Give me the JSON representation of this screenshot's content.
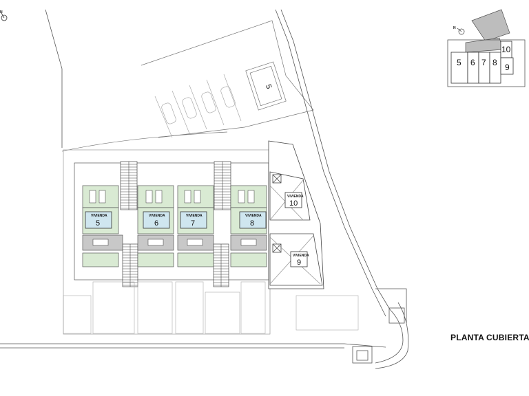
{
  "plan_title": "PLANTA CUBIERTAS",
  "north": "N",
  "parking_number": "5",
  "unit_word": "VIVIENDA",
  "units": [
    {
      "number": "5"
    },
    {
      "number": "6"
    },
    {
      "number": "7"
    },
    {
      "number": "8"
    },
    {
      "number": "10"
    },
    {
      "number": "9"
    }
  ],
  "key_plan": [
    "5",
    "6",
    "7",
    "8",
    "10",
    "9"
  ],
  "colors": {
    "line": "#555555",
    "garden": "#d9ead3",
    "pool": "#cfe6ef",
    "terrace": "#c8c8c8"
  }
}
